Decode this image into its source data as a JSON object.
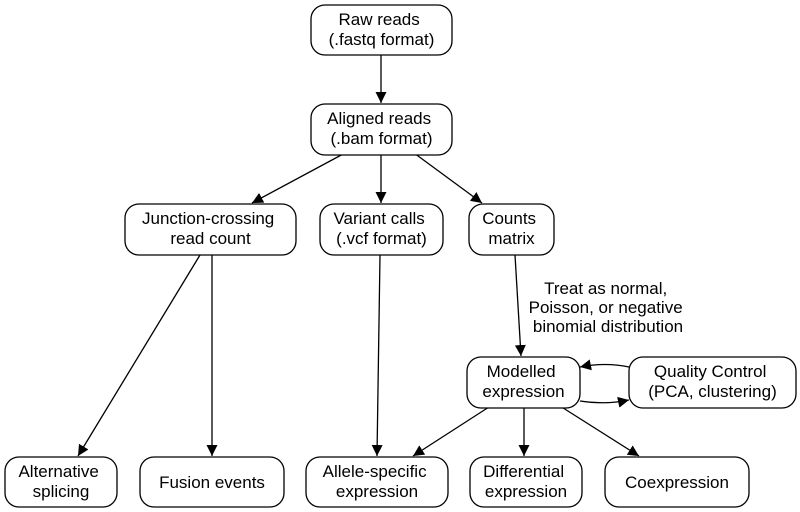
{
  "nodes": {
    "raw_reads": [
      "Raw reads",
      "(.fastq format)"
    ],
    "aligned_reads": [
      "Aligned reads",
      "(.bam format)"
    ],
    "junction": [
      "Junction-crossing",
      "read count"
    ],
    "variant": [
      "Variant calls",
      "(.vcf format)"
    ],
    "counts": [
      "Counts",
      "matrix"
    ],
    "modelled": [
      "Modelled",
      "expression"
    ],
    "qc": [
      "Quality Control",
      "(PCA, clustering)"
    ],
    "alt_splicing": [
      "Alternative",
      "splicing"
    ],
    "fusion": [
      "Fusion events"
    ],
    "allele": [
      "Allele-specific",
      "expression"
    ],
    "differential": [
      "Differential",
      "expression"
    ],
    "coexpression": [
      "Coexpression"
    ]
  },
  "edge_label": [
    "Treat as normal,",
    "Poisson, or negative",
    "binomial distribution"
  ]
}
